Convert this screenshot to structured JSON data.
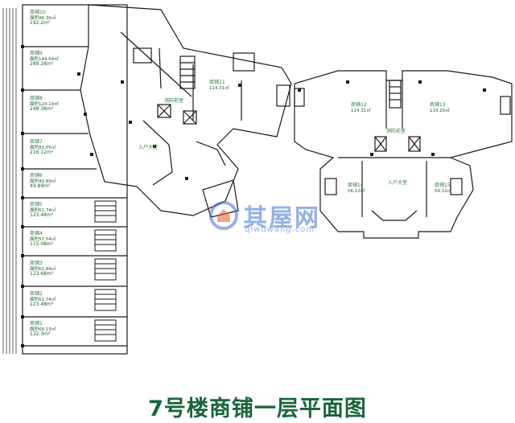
{
  "title": "7号楼商铺一层平面图",
  "watermark": {
    "brand": "其屋网",
    "domain": "qiwuwang.com",
    "color": "#3a73d8"
  },
  "colors": {
    "wall": "#1a1a1a",
    "line": "#555555",
    "label": "#2a7a3a",
    "title": "#19663a"
  },
  "shops": [
    {
      "name": "商铺10",
      "area": "面积96.30㎡",
      "note": "",
      "sub_area": "192.2m²"
    },
    {
      "name": "商铺9",
      "area": "面积144.64㎡",
      "note": "",
      "sub_area": "289.28m²"
    },
    {
      "name": "商铺8",
      "area": "面积124.19㎡",
      "note": "",
      "sub_area": "248.38m²"
    },
    {
      "name": "商铺7",
      "area": "面积83.05㎡",
      "note": "",
      "sub_area": "216.12m²"
    },
    {
      "name": "商铺6",
      "area": "面积49.89㎡",
      "note": "",
      "sub_area": "49.89m²"
    },
    {
      "name": "商铺5",
      "area": "面积61.74㎡",
      "note": "",
      "sub_area": "123.48m²"
    },
    {
      "name": "商铺4",
      "area": "面积57.54㎡",
      "note": "",
      "sub_area": "115.08m²"
    },
    {
      "name": "商铺3",
      "area": "面积61.84㎡",
      "note": "",
      "sub_area": "123.68m²"
    },
    {
      "name": "商铺2",
      "area": "面积61.74㎡",
      "note": "",
      "sub_area": "123.48m²"
    },
    {
      "name": "商铺1",
      "area": "面积66.15㎡",
      "note": "",
      "sub_area": "132.3m²"
    },
    {
      "name": "商铺11",
      "area": "114.31㎡"
    },
    {
      "name": "商铺12",
      "area": "114.31㎡"
    },
    {
      "name": "商铺13",
      "area": "119.20㎡"
    },
    {
      "name": "商铺14",
      "area": "56.12㎡"
    },
    {
      "name": "商铺15",
      "area": "56.12㎡"
    }
  ],
  "halls": [
    "入户大堂",
    "入户大堂",
    "消防前室",
    "消防前室"
  ]
}
